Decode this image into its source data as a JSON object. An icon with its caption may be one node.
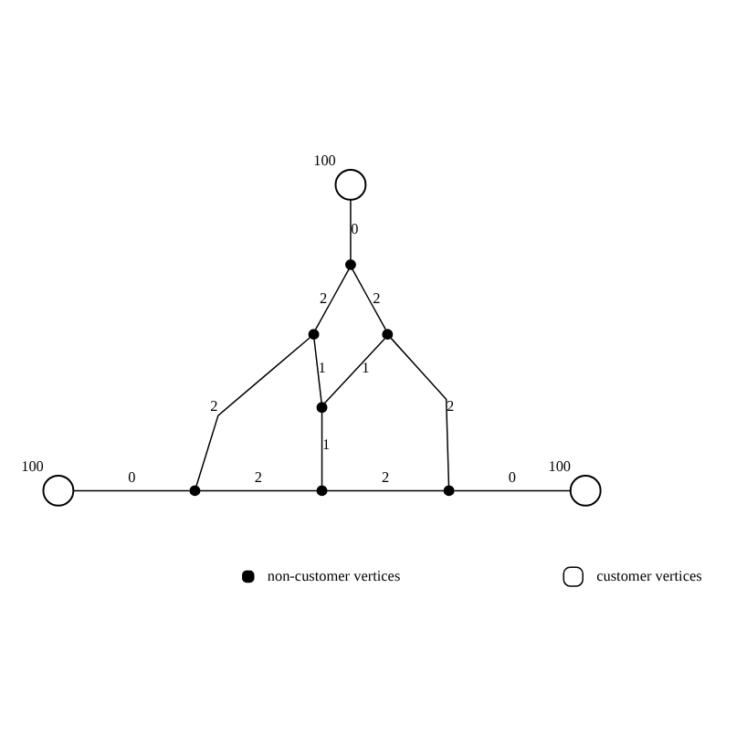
{
  "diagram": {
    "nodes": [
      {
        "text": [],
        "shape": "circle",
        "beside": [
          "100"
        ]
      },
      {
        "text": [],
        "shape": "dot"
      },
      {
        "text": [],
        "shape": "dot"
      },
      {
        "text": [],
        "shape": "dot"
      },
      {
        "text": [],
        "shape": "dot"
      },
      {
        "text": [],
        "shape": "dot"
      },
      {
        "text": [],
        "shape": "dot"
      },
      {
        "text": [],
        "shape": "dot"
      },
      {
        "text": [],
        "shape": "circle",
        "beside": [
          "100"
        ]
      },
      {
        "text": [],
        "shape": "circle",
        "beside": [
          "100"
        ]
      }
    ],
    "edges": [
      {
        "from": 0,
        "to": 1,
        "arrow": "none",
        "label": "0"
      },
      {
        "from": 1,
        "to": 2,
        "arrow": "none",
        "label": "2"
      },
      {
        "from": 1,
        "to": 3,
        "arrow": "none",
        "label": "2"
      },
      {
        "from": 2,
        "to": 4,
        "arrow": "none",
        "label": "1"
      },
      {
        "from": 3,
        "to": 4,
        "arrow": "none",
        "label": "1"
      },
      {
        "from": 2,
        "to": 5,
        "arrow": "none",
        "label": "2"
      },
      {
        "from": 3,
        "to": 7,
        "arrow": "none",
        "label": "2"
      },
      {
        "from": 4,
        "to": 6,
        "arrow": "none",
        "label": "1"
      },
      {
        "from": 5,
        "to": 6,
        "arrow": "none",
        "label": "2"
      },
      {
        "from": 6,
        "to": 7,
        "arrow": "none",
        "label": "2"
      },
      {
        "from": 8,
        "to": 5,
        "arrow": "none",
        "label": "0"
      },
      {
        "from": 9,
        "to": 7,
        "arrow": "none",
        "label": "0"
      }
    ],
    "legend": [
      {
        "text": "non-customer vertices"
      },
      {
        "text": "customer vertices"
      }
    ]
  }
}
